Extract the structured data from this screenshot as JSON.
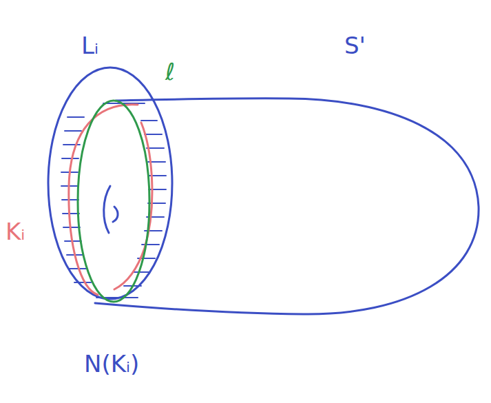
{
  "diagram": {
    "labels": [
      "Lᵢ",
      "S'",
      "ℓ",
      "Kᵢ",
      "N(Kᵢ)"
    ]
  }
}
